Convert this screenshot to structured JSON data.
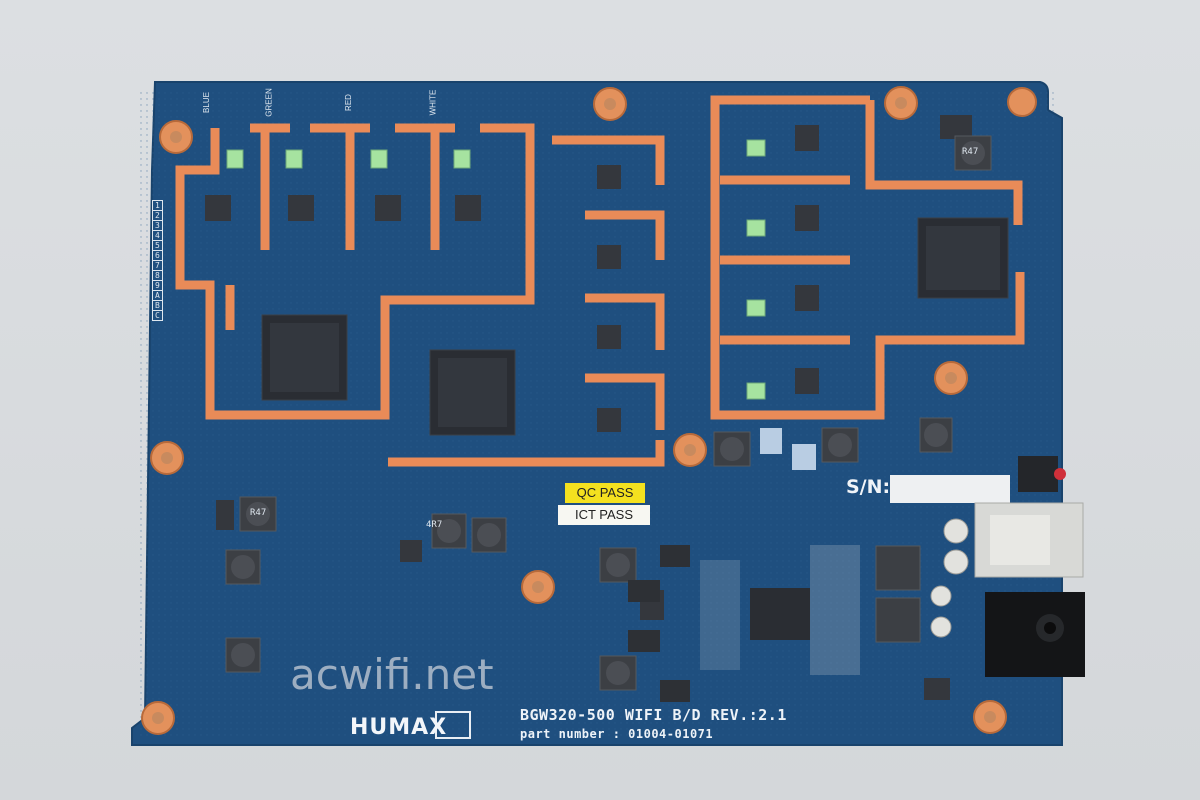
{
  "photo": {
    "subject": "printed circuit board",
    "board_name": "BGW320-500 WIFI B/D REV.:2.1",
    "part_number": "part number : 01004-01071",
    "brand": "HUMAX",
    "serial_label": "S/N:",
    "qc_sticker": "QC PASS",
    "ict_sticker": "ICT PASS",
    "watermark": "acwifi.net",
    "inductor_marking": "4R7",
    "inductor_marking_alt": "R47",
    "ledlabels": [
      "BLUE",
      "GREEN",
      "RED",
      "WHITE"
    ],
    "port_labels": [
      "1",
      "2",
      "3",
      "4",
      "5",
      "6",
      "7",
      "8",
      "9",
      "A",
      "B",
      "C"
    ],
    "colors": {
      "board": "#1f4f7f",
      "board_dark": "#173e66",
      "trace_orange": "#e98b58",
      "background": "#d9dcdf",
      "chip": "#2a2d33",
      "led": "#a6e3a0",
      "sticker_yellow": "#f4e11f"
    }
  }
}
